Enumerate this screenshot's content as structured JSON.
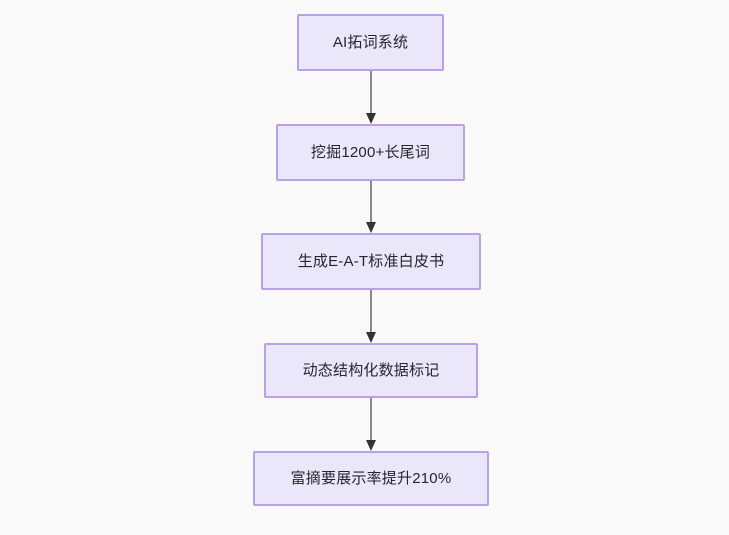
{
  "diagram": {
    "type": "flowchart",
    "orientation": "top-to-bottom",
    "background_color": "#f9f9f9",
    "node_fill_color": "#eae7fb",
    "node_border_color": "#b9a0e8",
    "edge_color": "#888888",
    "arrowhead_color": "#333333",
    "text_color": "#26262b",
    "nodes": [
      {
        "id": "n0",
        "label": "AI拓词系统"
      },
      {
        "id": "n1",
        "label": "挖掘1200+长尾词"
      },
      {
        "id": "n2",
        "label": "生成E-A-T标准白皮书"
      },
      {
        "id": "n3",
        "label": "动态结构化数据标记"
      },
      {
        "id": "n4",
        "label": "富摘要展示率提升210%"
      }
    ],
    "edges": [
      {
        "id": "e0",
        "from": "n0",
        "to": "n1",
        "label": ""
      },
      {
        "id": "e1",
        "from": "n1",
        "to": "n2",
        "label": ""
      },
      {
        "id": "e2",
        "from": "n2",
        "to": "n3",
        "label": ""
      },
      {
        "id": "e3",
        "from": "n3",
        "to": "n4",
        "label": ""
      }
    ]
  }
}
